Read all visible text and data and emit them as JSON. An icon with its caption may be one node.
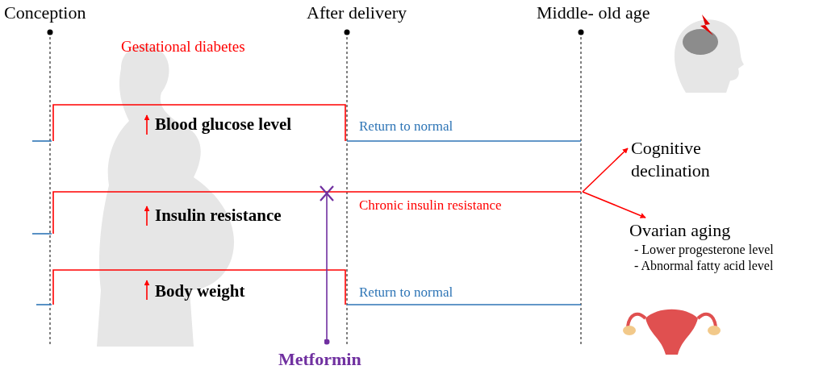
{
  "diagram": {
    "nodes": [
      {
        "text": [
          "Cognitive declination"
        ]
      },
      {
        "text": [
          "Ovarian aging",
          "- Lower progesterone level",
          "- Abnormal fatty acid level"
        ]
      },
      {
        "text": [
          "Metformin"
        ]
      }
    ],
    "edges": [
      {
        "from": null,
        "to": 0,
        "arrow": "to"
      },
      {
        "from": null,
        "to": 1,
        "arrow": "to"
      },
      {
        "from": 2,
        "to": null,
        "arrow": "other",
        "color": "#7030a0"
      }
    ],
    "labels": [
      "Conception",
      "After delivery",
      "Middle- old age",
      "Gestational diabetes",
      "Blood glucose level",
      "Return to normal",
      "Insulin resistance",
      "Chronic insulin resistance",
      "Body weight",
      "Return to normal"
    ]
  }
}
